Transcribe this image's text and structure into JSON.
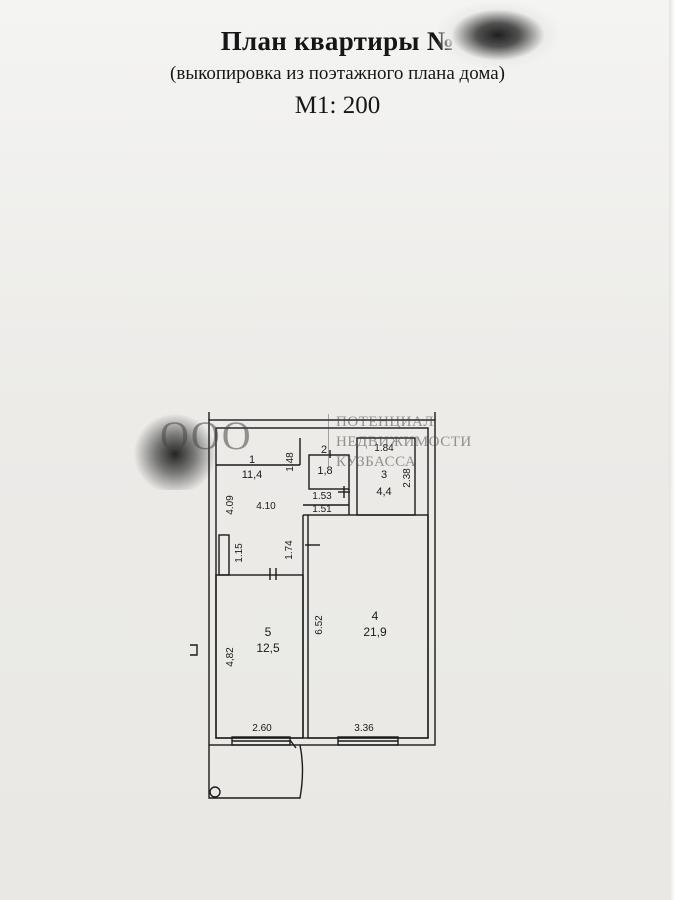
{
  "document": {
    "title": "План квартиры №",
    "subtitle": "(выкопировка из поэтажного плана дома)",
    "scale": "М1: 200"
  },
  "watermark": {
    "letters": "ООО",
    "line1": "ПОТЕНЦИАЛ",
    "line2": "НЕДВИЖИМОСТИ",
    "line3": "КУЗБАССА"
  },
  "floor_plan": {
    "rooms": [
      {
        "number": "1",
        "area": "11,4"
      },
      {
        "number": "2",
        "area": "1,8"
      },
      {
        "number": "3",
        "area": "4,4"
      },
      {
        "number": "4",
        "area": "21,9"
      },
      {
        "number": "5",
        "area": "12,5"
      }
    ],
    "dimensions": {
      "d184": "1.84",
      "d148": "1.48",
      "d238": "2.38",
      "d153": "1.53",
      "d151": "1.51",
      "d409": "4.09",
      "d410": "4.10",
      "d115": "1.15",
      "d174": "1.74",
      "d652": "6.52",
      "d482": "4,82",
      "d260": "2.60",
      "d336": "3.36"
    }
  }
}
